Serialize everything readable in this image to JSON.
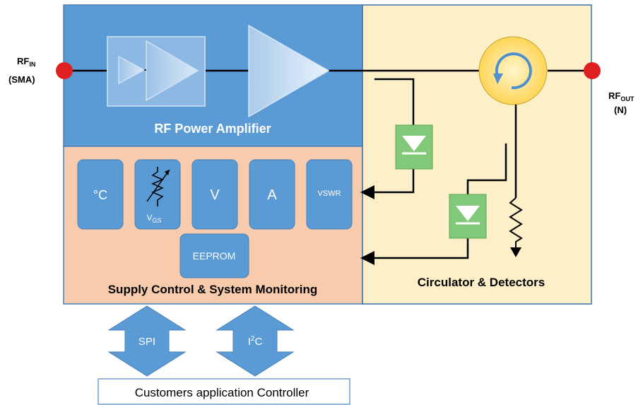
{
  "labels": {
    "rf_in_main": "RF",
    "rf_in_sub": "IN",
    "rf_in_conn": "(SMA)",
    "rf_out_main": "RF",
    "rf_out_sub": "OUT",
    "rf_out_conn": "(N)",
    "power_amp": "RF Power Amplifier",
    "supply_ctrl": "Supply Control & System Monitoring",
    "circulator": "Circulator & Detectors",
    "customer": "Customers application Controller"
  },
  "monitors": {
    "temp": "°C",
    "vgs_main": "V",
    "vgs_sub": "GS",
    "volt": "V",
    "amp": "A",
    "vswr": "VSWR",
    "eeprom": "EEPROM"
  },
  "interfaces": {
    "spi": "SPI",
    "i2c_main": "I",
    "i2c_sup": "2",
    "i2c_rest": "C"
  },
  "colors": {
    "pa_blue": "#5b9bd5",
    "pa_border": "#4a7fb5",
    "supply_peach": "#f8cbad",
    "circ_yellow": "#fdf0c8",
    "circ_border": "#3b6fa8",
    "connector_red": "#e02020",
    "detector_green": "#82c879",
    "circulator_gold": "#ffd966"
  }
}
